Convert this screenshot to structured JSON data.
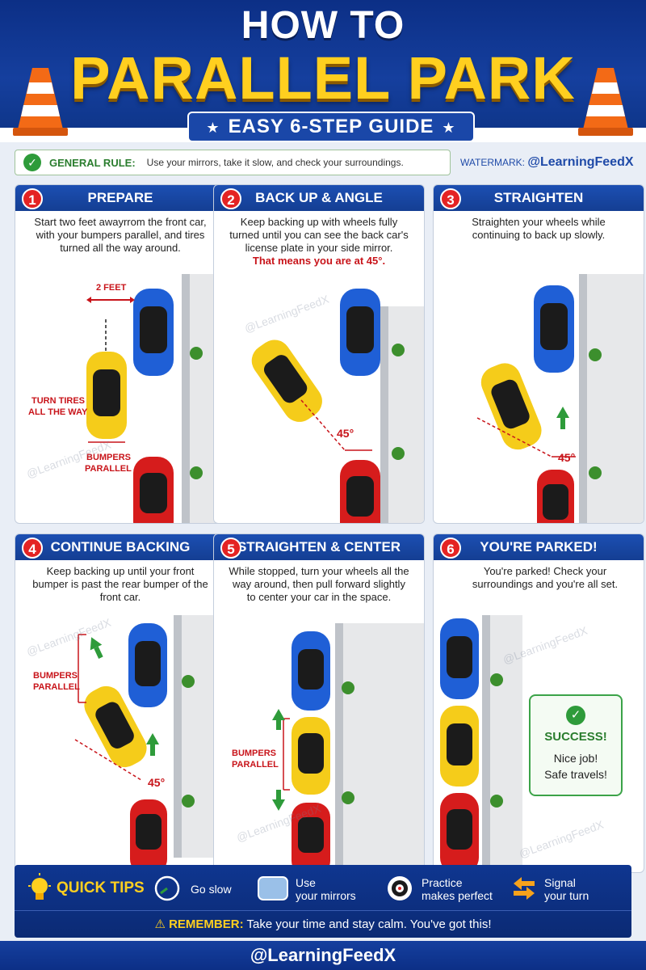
{
  "header": {
    "line1": "HOW TO",
    "line2": "PARALLEL PARK",
    "subtitle": "EASY 6-STEP GUIDE"
  },
  "general_rule": {
    "label": "GENERAL RULE:",
    "text": "Use your mirrors, take it slow, and check your surroundings."
  },
  "watermark": {
    "label": "WATERMARK:",
    "handle": "@LearningFeedX",
    "faint": "@LearningFeedX"
  },
  "steps": [
    {
      "number": "1",
      "title": "PREPARE",
      "text": "Start two feet awayrrom the front car, with your bumpers parallel, and tires turned all the way around.",
      "labels": [
        "2 FEET",
        "TURN TIRES",
        "ALL THE WAY",
        "BUMPERS",
        "PARALLEL"
      ]
    },
    {
      "number": "2",
      "title": "BACK UP & ANGLE",
      "text": "Keep backing up with wheels fully turned until you can see the back car's license plate in your side mirror.",
      "highlight": "That means you are at 45°.",
      "labels": [
        "45°"
      ]
    },
    {
      "number": "3",
      "title": "STRAIGHTEN",
      "text": "Straighten your wheels while continuing to back up slowly.",
      "labels": [
        "45°"
      ]
    },
    {
      "number": "4",
      "title": "CONTINUE BACKING",
      "text": "Keep backing up until your front bumper is past the rear bumper of the front car.",
      "labels": [
        "BUMPERS",
        "PARALLEL",
        "45°"
      ]
    },
    {
      "number": "5",
      "title": "STRAIGHTEN & CENTER",
      "text": "While stopped, turn your wheels all the way around, then pull forward slightly to center your car in the space.",
      "labels": [
        "BUMPERS",
        "PARALLEL"
      ]
    },
    {
      "number": "6",
      "title": "YOU'RE PARKED!",
      "text": "You're parked! Check your surroundings and you're all set.",
      "success": {
        "title": "SUCCESS!",
        "line1": "Nice job!",
        "line2": "Safe travels!"
      }
    }
  ],
  "tips": {
    "title": "QUICK TIPS",
    "items": [
      {
        "line1": "Go slow",
        "line2": "",
        "icon": "speedometer-icon"
      },
      {
        "line1": "Use",
        "line2": "your mirrors",
        "icon": "mirror-icon"
      },
      {
        "line1": "Practice",
        "line2": "makes perfect",
        "icon": "target-icon"
      },
      {
        "line1": "Signal",
        "line2": "your turn",
        "icon": "turn-signal-icon"
      }
    ]
  },
  "remember": {
    "label": "REMEMBER:",
    "text": "Take your time and stay calm. You've got this!"
  },
  "footer": {
    "handle": "@LearningFeedX"
  },
  "colors": {
    "navy": "#0c2f86",
    "yellow": "#ffcf1f",
    "red": "#e42323",
    "green": "#2e9b3a",
    "car_blue": "#1f5fd6",
    "car_yellow": "#f5cc1a",
    "car_red": "#d61c1c"
  }
}
